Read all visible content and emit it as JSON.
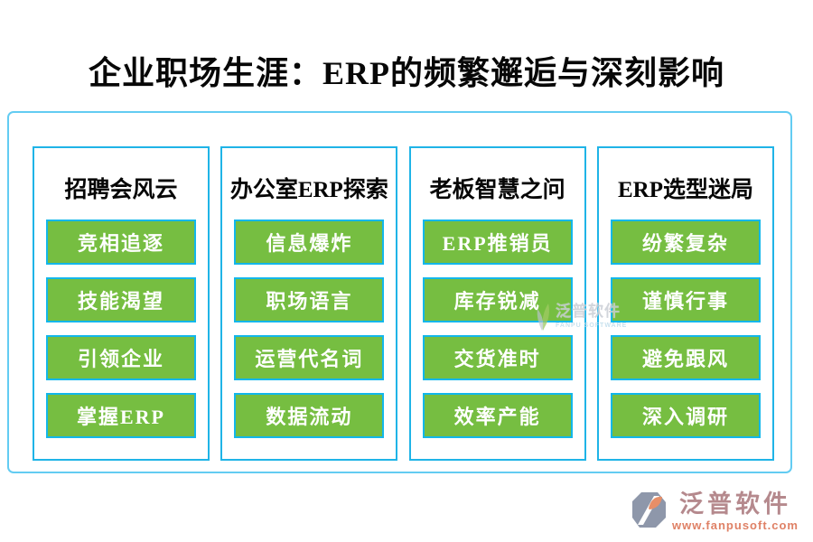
{
  "title": "企业职场生涯：ERP的频繁邂逅与深刻影响",
  "colors": {
    "button_green": "#76be41",
    "button_border_cyan": "#12b7ea",
    "column_border_cyan": "#1fb4e7",
    "frame_border_cyan": "#63ccf2",
    "title_black": "#070707",
    "button_text_white": "#ffffff",
    "footer_brand_rose": "#b5898d",
    "footer_url_salmon": "#df8166"
  },
  "columns": [
    {
      "header": "招聘会风云",
      "items": [
        "竞相追逐",
        "技能渴望",
        "引领企业",
        "掌握ERP"
      ]
    },
    {
      "header": "办公室ERP探索",
      "items": [
        "信息爆炸",
        "职场语言",
        "运营代名词",
        "数据流动"
      ]
    },
    {
      "header": "老板智慧之问",
      "items": [
        "ERP推销员",
        "库存锐减",
        "交货准时",
        "效率产能"
      ]
    },
    {
      "header": "ERP选型迷局",
      "items": [
        "纷繁复杂",
        "谨慎行事",
        "避免跟风",
        "深入调研"
      ]
    }
  ],
  "center_watermark": {
    "brand": "泛普软件",
    "brand_en": "FANPU SOFTWARE",
    "icon": "leaf-icon"
  },
  "footer_logo": {
    "brand": "泛普软件",
    "url": "www.fanpusoft.com",
    "icon": "fanpu-logo-icon"
  }
}
